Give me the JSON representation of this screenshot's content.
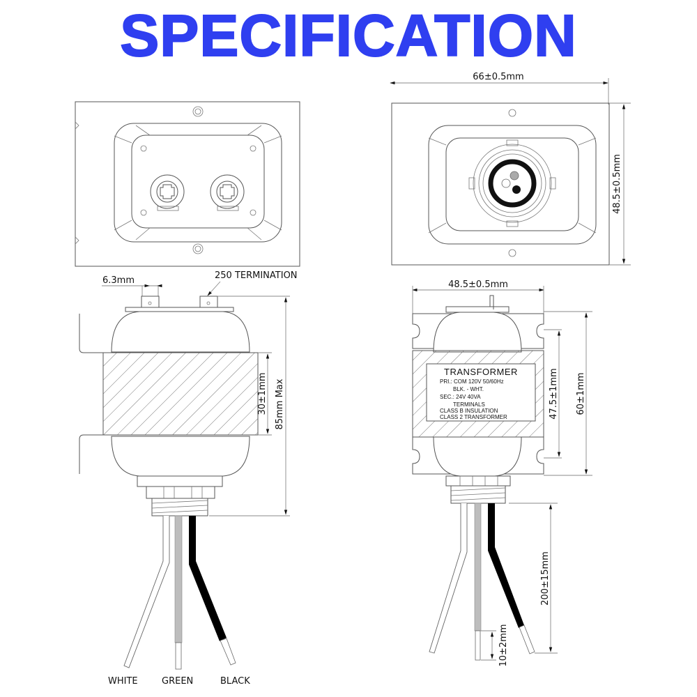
{
  "title": "SPECIFICATION",
  "colors": {
    "title": "#2f3ff0",
    "line": "#555555",
    "wire_white": "#ffffff",
    "wire_green": "#bdbdbd",
    "wire_black": "#000000"
  },
  "views": {
    "top_view_terminals": {
      "description": "Top view showing two screw terminals on mounting plate"
    },
    "bottom_view_connector": {
      "description": "Bottom view showing threaded wire outlet with three wires",
      "dim_width": "66±0.5mm",
      "dim_height": "48.5±0.5mm"
    },
    "side_view_terminals": {
      "dim_tab_width": "6.3mm",
      "termination_label": "250 TERMINATION",
      "dim_core_height": "30±1mm",
      "dim_overall_height": "85mm Max",
      "wire_labels": [
        "WHITE",
        "GREEN",
        "BLACK"
      ]
    },
    "side_view_label": {
      "dim_width": "48.5±0.5mm",
      "dim_core_height": "47.5±1mm",
      "dim_body_height": "60±1mm",
      "dim_lead_length": "200±15mm",
      "dim_strip_length": "10±2mm",
      "nameplate": {
        "title": "TRANSFORMER",
        "lines": [
          "PRI.: COM  120V  50/60Hz",
          "BLK. - WHT.",
          "SEC.: 24V   40VA",
          "TERMINALS",
          "CLASS B INSULATION",
          "CLASS 2 TRANSFORMER"
        ]
      }
    }
  }
}
